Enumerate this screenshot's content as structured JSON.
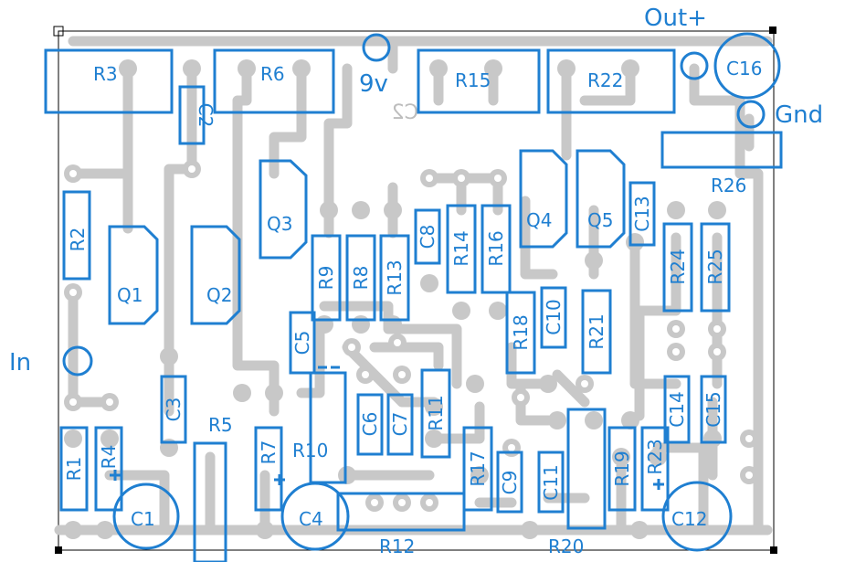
{
  "board": {
    "top_labels": {
      "out": "Out+",
      "gnd": "Gnd",
      "nine_v": "9v",
      "in": "In"
    },
    "mirrored_silk": "C2",
    "resistors": {
      "R1": "R1",
      "R2": "R2",
      "R3": "R3",
      "R4": "R4",
      "R5": "R5",
      "R6": "R6",
      "R7": "R7",
      "R8": "R8",
      "R9": "R9",
      "R10": "R10",
      "R11": "R11",
      "R12": "R12",
      "R13": "R13",
      "R14": "R14",
      "R15": "R15",
      "R16": "R16",
      "R17": "R17",
      "R18": "R18",
      "R19": "R19",
      "R20": "R20",
      "R21": "R21",
      "R22": "R22",
      "R23": "R23",
      "R24": "R24",
      "R25": "R25",
      "R26": "R26"
    },
    "capacitors": {
      "C1": "C1",
      "C2": "C2",
      "C3": "C3",
      "C4": "C4",
      "C5": "C5",
      "C6": "C6",
      "C7": "C7",
      "C8": "C8",
      "C9": "C9",
      "C10": "C10",
      "C11": "C11",
      "C12": "C12",
      "C13": "C13",
      "C14": "C14",
      "C15": "C15",
      "C16": "C16"
    },
    "transistors": {
      "Q1": "Q1",
      "Q2": "Q2",
      "Q3": "Q3",
      "Q4": "Q4",
      "Q5": "Q5"
    },
    "colors": {
      "silkscreen": "#1f7fd1",
      "copper_trace": "#c8c8c8",
      "pad": "#c8c8c8",
      "outline": "#000000",
      "background": "#ffffff"
    }
  }
}
